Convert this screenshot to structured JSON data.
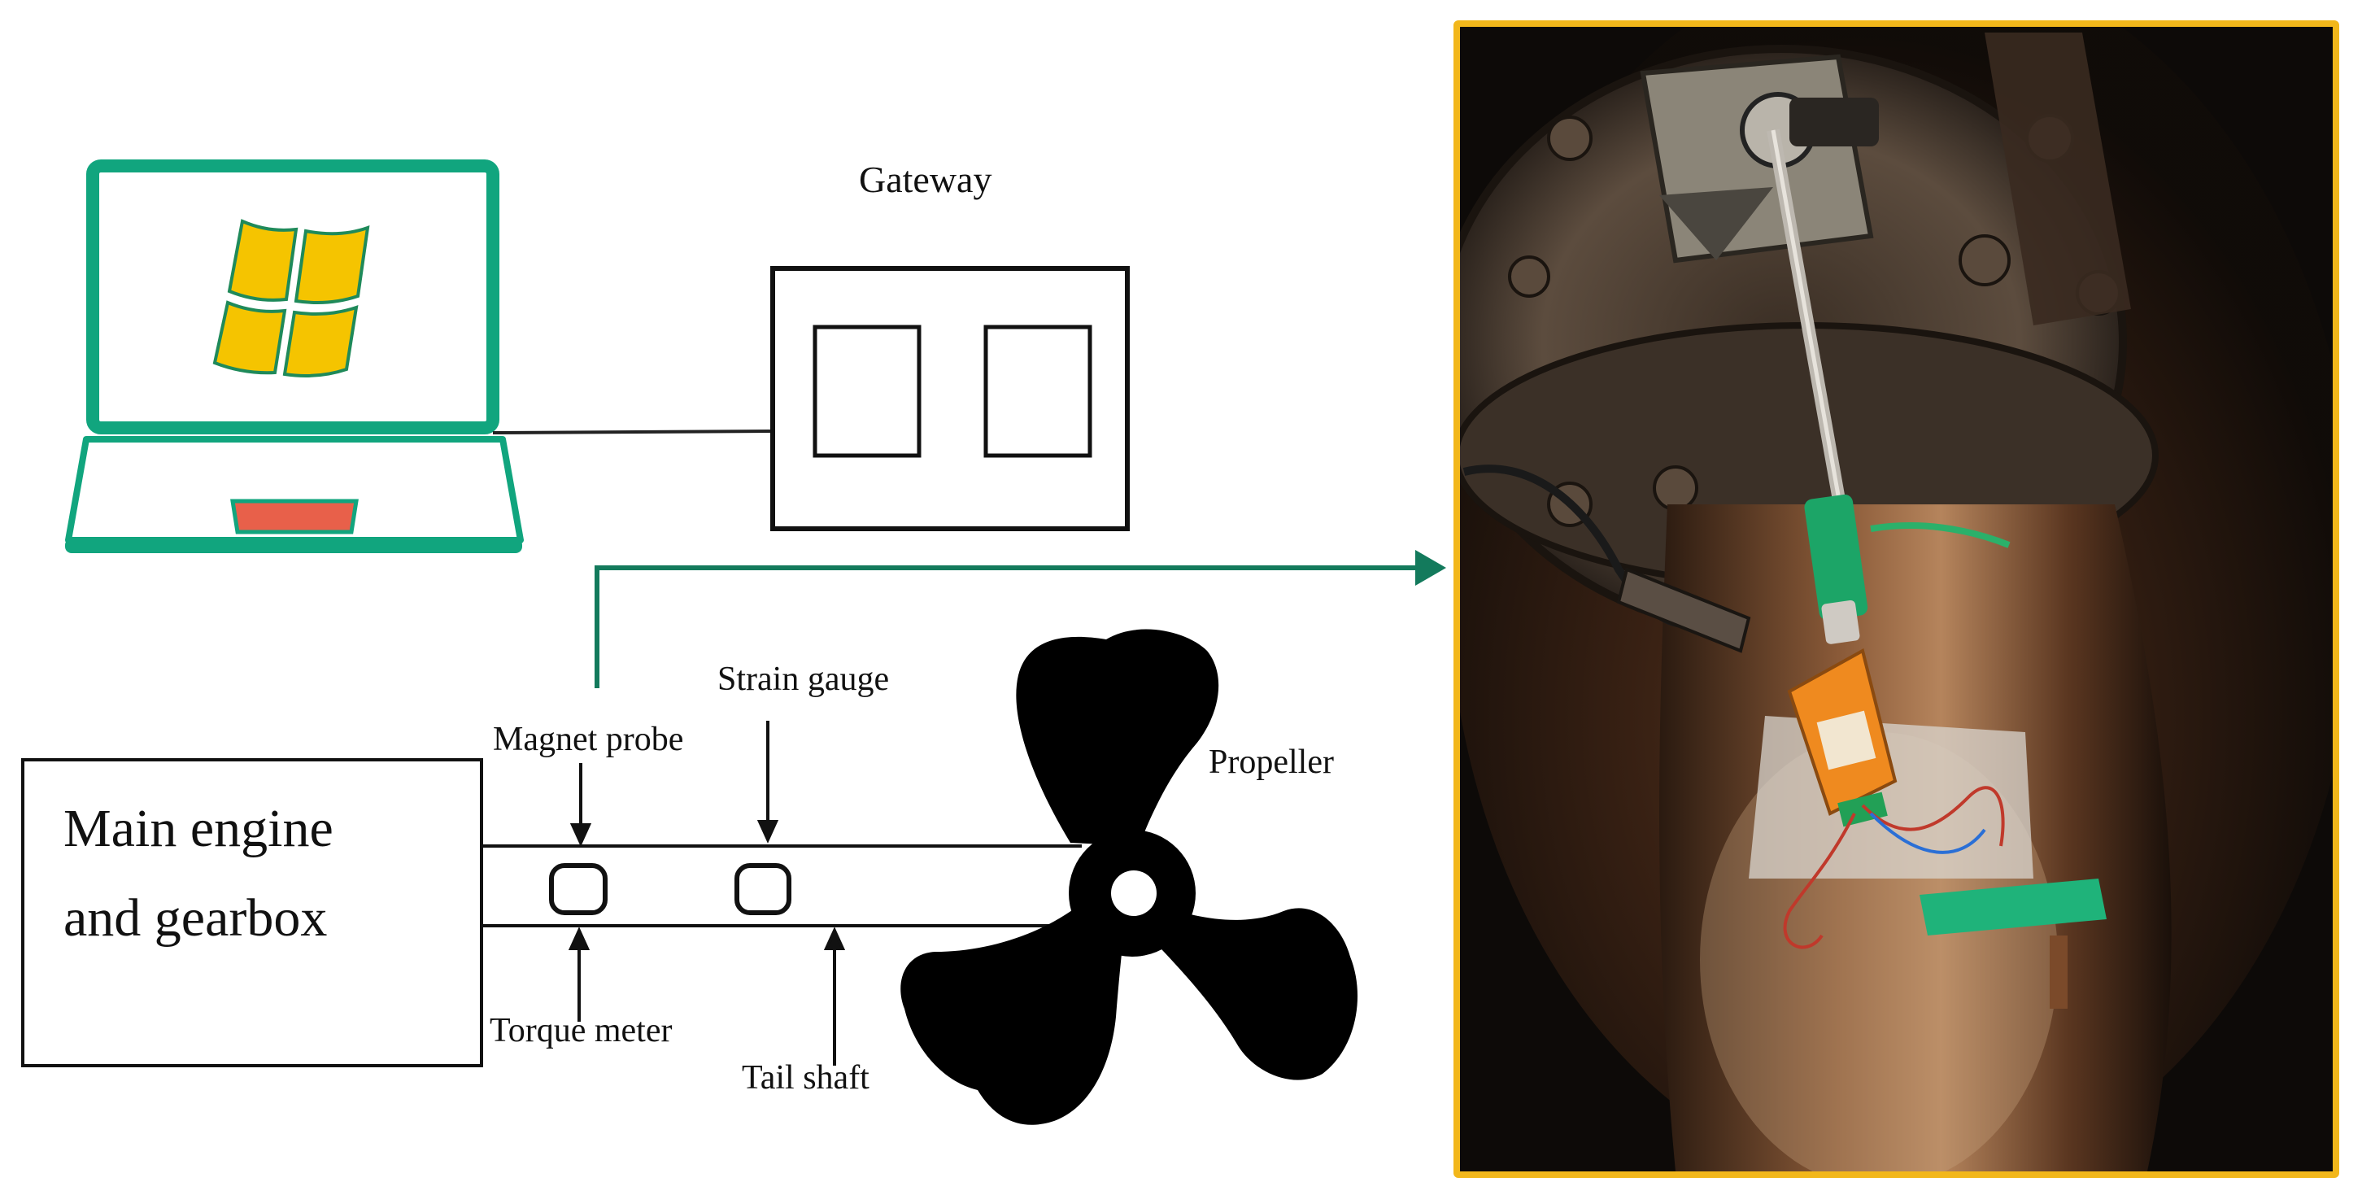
{
  "labels": {
    "gateway": "Gateway",
    "magnet_probe": "Magnet probe",
    "strain_gauge": "Strain gauge",
    "propeller": "Propeller",
    "engine_line1": "Main engine",
    "engine_line2": "and gearbox",
    "torque_meter": "Torque meter",
    "tail_shaft": "Tail shaft"
  },
  "colors": {
    "laptop": "#11a57e",
    "windows_logo": "#f5c400",
    "trackpad": "#e8604a",
    "arrow": "#137a5c",
    "photo_frame": "#f2b71b",
    "outline": "#111111"
  },
  "icons": {
    "laptop": "laptop-icon",
    "windows": "windows-logo-icon",
    "propeller": "propeller-icon"
  }
}
